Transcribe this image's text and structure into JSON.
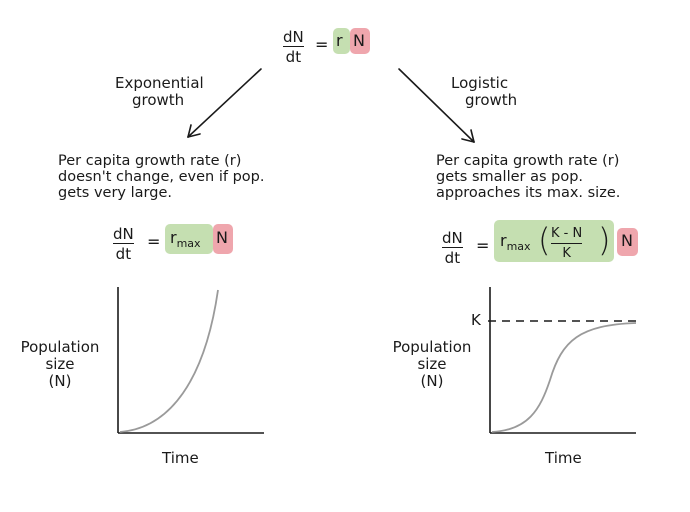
{
  "top_equation": {
    "numerator": "dN",
    "denominator": "dt",
    "equals": "=",
    "rate": "r",
    "population": "N"
  },
  "exponential": {
    "title_line1": "Exponential",
    "title_line2": "growth",
    "desc_line1": "Per capita growth rate (r)",
    "desc_line2": "doesn't change, even if pop.",
    "desc_line3": "gets very large.",
    "equation": {
      "numerator": "dN",
      "denominator": "dt",
      "equals": "=",
      "rate": "r",
      "rate_subscript": "max",
      "population": "N"
    },
    "graph": {
      "ylabel_line1": "Population",
      "ylabel_line2": "size",
      "ylabel_line3": "(N)",
      "xlabel": "Time"
    }
  },
  "logistic": {
    "title_line1": "Logistic",
    "title_line2": "growth",
    "desc_line1": "Per capita growth rate (r)",
    "desc_line2": "gets smaller as pop.",
    "desc_line3": "approaches its max. size.",
    "equation": {
      "numerator": "dN",
      "denominator": "dt",
      "equals": "=",
      "rate": "r",
      "rate_subscript": "max",
      "inner_numerator": "K - N",
      "inner_denominator": "K",
      "population": "N"
    },
    "graph": {
      "ylabel_line1": "Population",
      "ylabel_line2": "size",
      "ylabel_line3": "(N)",
      "xlabel": "Time",
      "capacity_label": "K"
    }
  },
  "colors": {
    "rate_highlight": "#c5dfb1",
    "population_highlight": "#efa6ad",
    "curve": "#9a9a9a",
    "ink": "#1a1a1a"
  }
}
